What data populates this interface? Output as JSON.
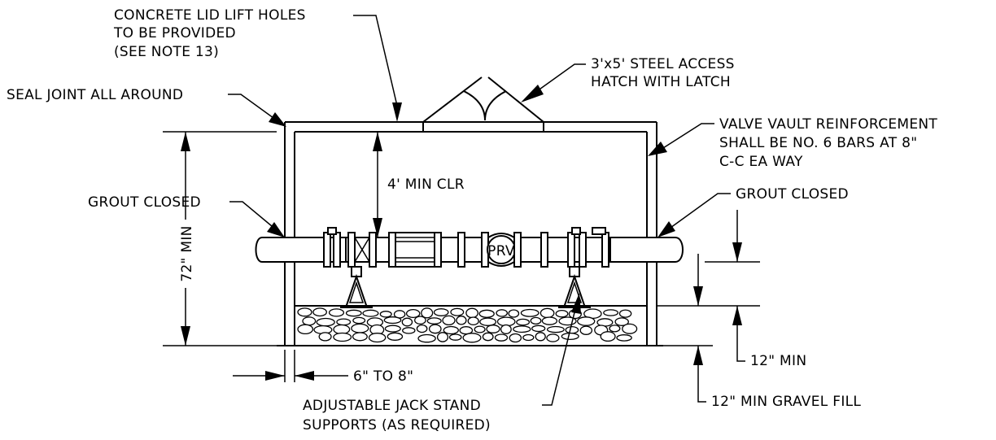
{
  "labels": {
    "lid_holes_1": "CONCRETE LID LIFT HOLES",
    "lid_holes_2": "TO BE PROVIDED",
    "lid_holes_3": "(SEE NOTE 13)",
    "hatch_1": "3'x5' STEEL ACCESS",
    "hatch_2": "HATCH WITH LATCH",
    "seal_joint": "SEAL JOINT ALL AROUND",
    "reinf_1": "VALVE VAULT REINFORCEMENT",
    "reinf_2": "SHALL BE NO. 6 BARS AT 8\"",
    "reinf_3": "C-C EA WAY",
    "clearance": "4' MIN CLR",
    "grout_left": "GROUT CLOSED",
    "grout_right": "GROUT CLOSED",
    "height": "72\" MIN",
    "prv": "PRV",
    "wall": "6\" TO 8\"",
    "jack_1": "ADJUSTABLE JACK STAND",
    "jack_2": "SUPPORTS (AS REQUIRED)",
    "pipe_clear": "12\" MIN",
    "gravel": "12\" MIN GRAVEL FILL"
  }
}
